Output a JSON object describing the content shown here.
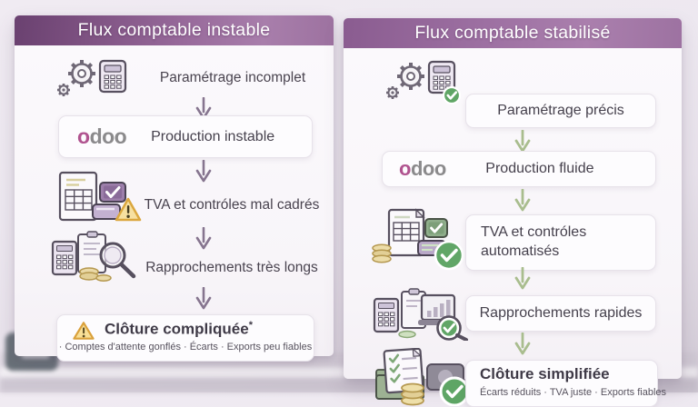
{
  "left_panel": {
    "title": "Flux comptable instable",
    "steps": [
      {
        "label": "Paramétrage incomplet",
        "icon": "gears-calculator-icon"
      },
      {
        "label": "Production instable",
        "icon": "odoo-logo"
      },
      {
        "label": "TVA et contróles mal cadrés",
        "icon": "invoice-check-warning-icon"
      },
      {
        "label": "Rapprochements très longs",
        "icon": "calculator-magnifier-coins-icon"
      },
      {
        "title": "Clôture compliquée",
        "suffix": "*",
        "details": "· Comptes d'attente gonflés · Écarts · Exports peu fiables",
        "icon": "warning-triangle-icon"
      }
    ]
  },
  "right_panel": {
    "title": "Flux comptable stabilisé",
    "steps": [
      {
        "label": "Paramétrage précis",
        "icon": "gears-calculator-check-icon"
      },
      {
        "label": "Production fluide",
        "icon": "odoo-logo"
      },
      {
        "label": "TVA et contróles automatisés",
        "icon": "invoice-check-coins-icon"
      },
      {
        "label": "Rapprochements rapides",
        "icon": "calculator-chart-magnifier-check-icon"
      },
      {
        "title": "Clôture simplifiée",
        "details": "Écarts réduits · TVA juste · Exports fiables",
        "icon": "checklist-folder-coins-check-icon"
      }
    ]
  },
  "brand": {
    "odoo_first": "o",
    "odoo_rest": "doo"
  },
  "colors": {
    "header_gradient_dark": "#6a4170",
    "header_gradient_light": "#a87eab",
    "panel_background": "#f9f6f9",
    "arrow_left": "#86758f",
    "arrow_right": "#a9bd8e",
    "odoo_magenta": "#b0538f",
    "odoo_grey": "#8b8a8c",
    "success_green": "#5fa565",
    "warning_yellow": "#f2cf8a",
    "text_dark": "#49434f"
  }
}
